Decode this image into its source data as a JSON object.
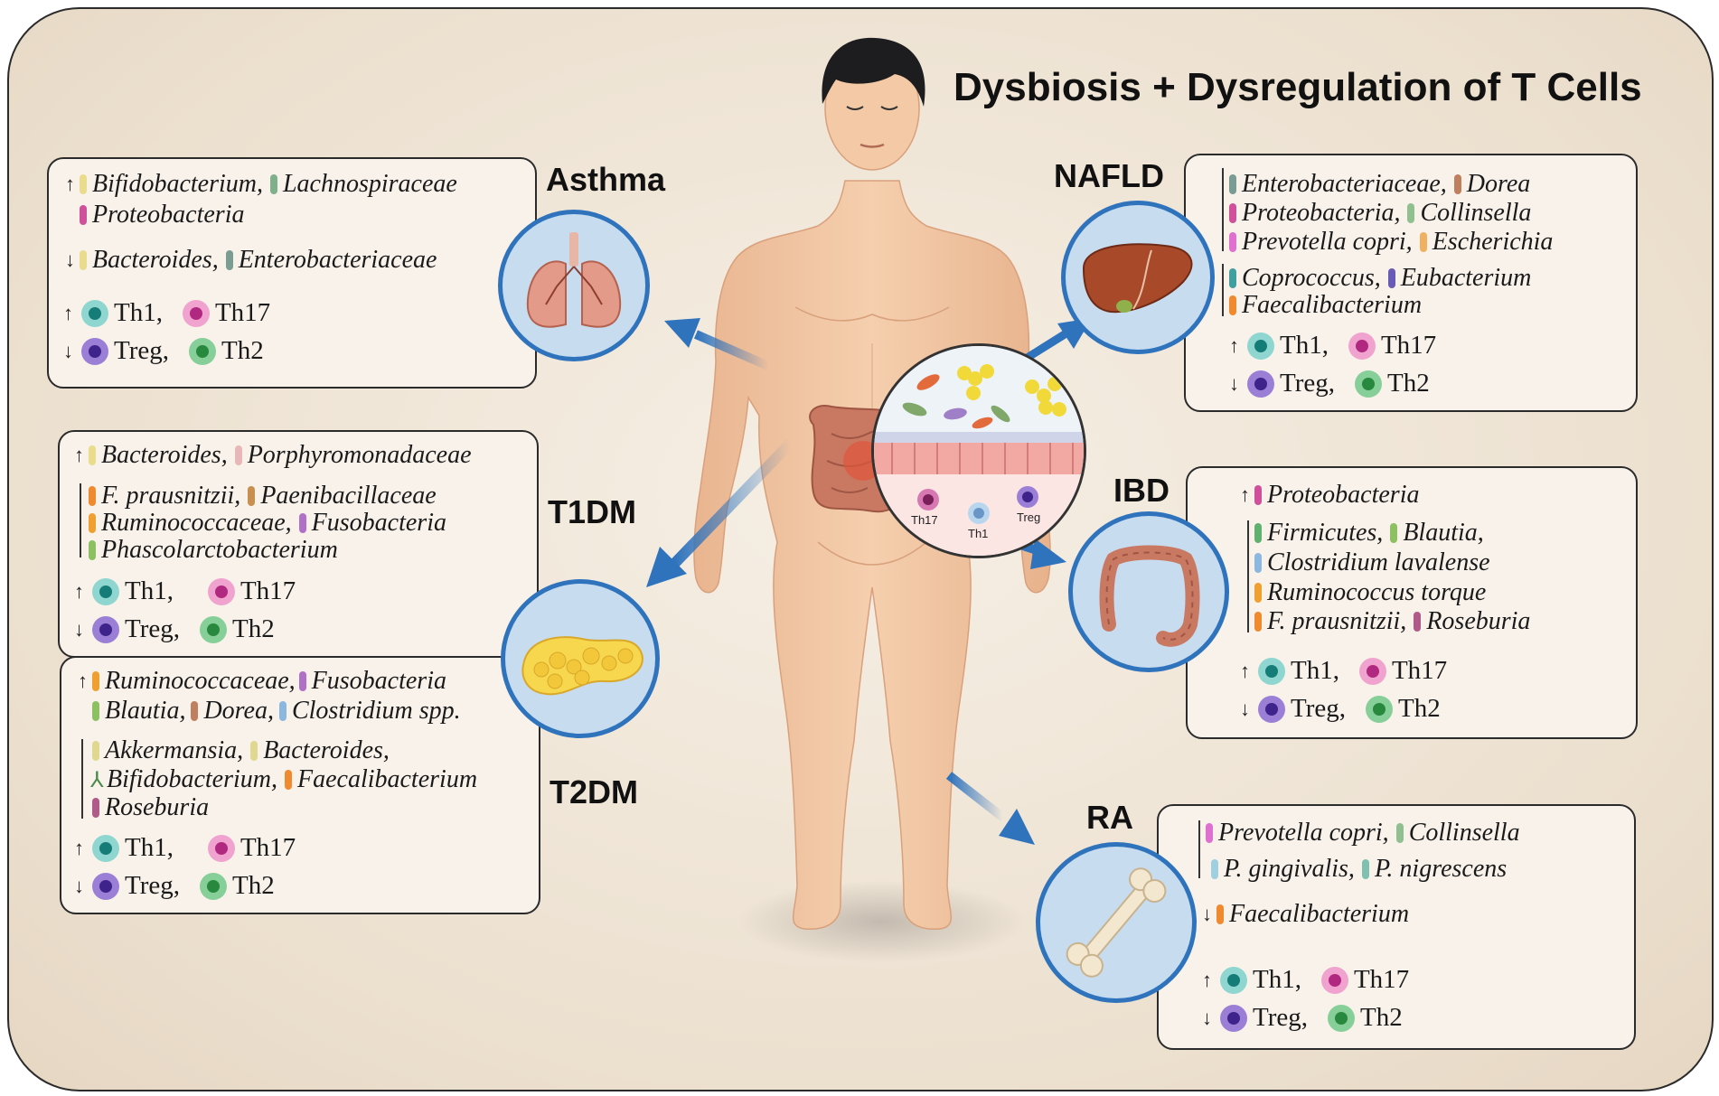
{
  "title": "Dysbiosis + Dysregulation of T Cells",
  "colors": {
    "arrow": "#2f73bd",
    "skin": "#f2c7a4",
    "hair": "#1d1d1f",
    "circle_fill": "#c7dcef"
  },
  "center_inset": {
    "cells": [
      "Th17",
      "Th1",
      "Treg"
    ]
  },
  "diseases": {
    "asthma": {
      "name": "Asthma",
      "up_taxa": [
        "Bifidobacterium,",
        "Lachnospiraceae",
        "Proteobacteria"
      ],
      "down_taxa": [
        "Bacteroides,",
        "Enterobacteriaceae"
      ],
      "cells": {
        "up": [
          "Th1,",
          "Th17"
        ],
        "down": [
          "Treg,",
          "Th2"
        ]
      }
    },
    "t1dm": {
      "name": "T1DM",
      "up_taxa": [
        "Bacteroides,",
        "Porphyromonadaceae"
      ],
      "down_taxa": [
        "F. prausnitzii,",
        "Paenibacillaceae",
        "Ruminococcaceae,",
        "Fusobacteria",
        "Phascolarctobacterium"
      ],
      "cells": {
        "up": [
          "Th1,",
          "Th17"
        ],
        "down": [
          "Treg,",
          "Th2"
        ]
      }
    },
    "t2dm": {
      "name": "T2DM",
      "up_taxa": [
        "Ruminococcaceae,",
        "Fusobacteria",
        "Blautia,",
        "Dorea,",
        "Clostridium spp."
      ],
      "down_taxa": [
        "Akkermansia,",
        "Bacteroides,",
        "Bifidobacterium,",
        "Faecalibacterium",
        "Roseburia"
      ],
      "cells": {
        "up": [
          "Th1,",
          "Th17"
        ],
        "down": [
          "Treg,",
          "Th2"
        ]
      }
    },
    "nafld": {
      "name": "NAFLD",
      "up_taxa": [
        "Enterobacteriaceae,",
        "Dorea",
        "Proteobacteria,",
        "Collinsella",
        "Prevotella copri,",
        "Escherichia"
      ],
      "down_taxa": [
        "Coprococcus,",
        "Eubacterium",
        "Faecalibacterium"
      ],
      "cells": {
        "up": [
          "Th1,",
          "Th17"
        ],
        "down": [
          "Treg,",
          "Th2"
        ]
      }
    },
    "ibd": {
      "name": "IBD",
      "up_taxa": [
        "Proteobacteria"
      ],
      "down_taxa": [
        "Firmicutes,",
        "Blautia,",
        "Clostridium lavalense",
        "Ruminococcus torque",
        "F. prausnitzii,",
        "Roseburia"
      ],
      "cells": {
        "up": [
          "Th1,",
          "Th17"
        ],
        "down": [
          "Treg,",
          "Th2"
        ]
      }
    },
    "ra": {
      "name": "RA",
      "up_taxa": [
        "Prevotella copri,",
        "Collinsella",
        "P. gingivalis,",
        "P. nigrescens"
      ],
      "down_taxa": [
        "Faecalibacterium"
      ],
      "cells": {
        "up": [
          "Th1,",
          "Th17"
        ],
        "down": [
          "Treg,",
          "Th2"
        ]
      }
    }
  }
}
